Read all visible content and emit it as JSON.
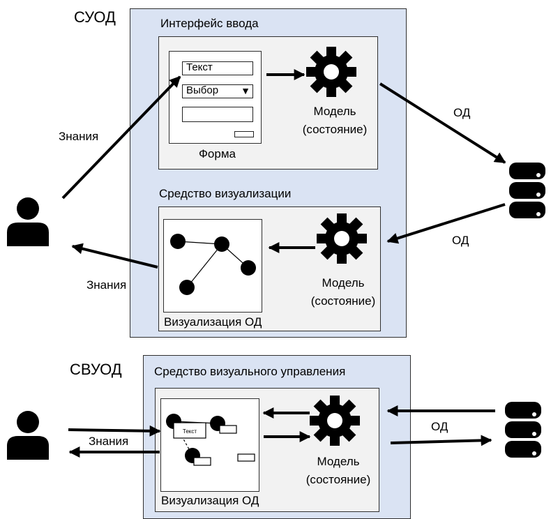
{
  "top": {
    "system_label": "СУОД",
    "input": {
      "title": "Интерфейс ввода",
      "form": {
        "text_field": "Текст",
        "select_field": "Выбор",
        "select_arrow": "▼",
        "caption": "Форма"
      },
      "model_label_line1": "Модель",
      "model_label_line2": "(состояние)"
    },
    "viz": {
      "title": "Средство визуализации",
      "caption": "Визуализация ОД",
      "model_label_line1": "Модель",
      "model_label_line2": "(состояние)"
    },
    "knowledge_in": "Знания",
    "knowledge_out": "Знания",
    "od_out": "ОД",
    "od_in": "ОД"
  },
  "bottom": {
    "system_label": "СВУОД",
    "tool_title": "Средство визуального управления",
    "viz_text_box": "Текст",
    "caption": "Визуализация ОД",
    "model_label_line1": "Модель",
    "model_label_line2": "(состояние)",
    "knowledge": "Знания",
    "od": "ОД"
  },
  "icons": [
    "user-icon",
    "gear-icon",
    "database-icon"
  ]
}
